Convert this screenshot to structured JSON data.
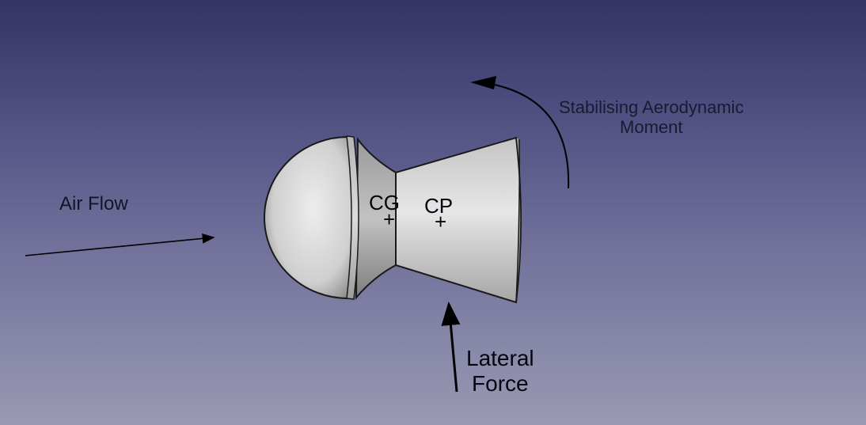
{
  "labels": {
    "air_flow": "Air Flow",
    "moment_line1": "Stabilising Aerodynamic",
    "moment_line2": "Moment",
    "cg": "CG",
    "cp": "CP",
    "lateral_line1": "Lateral",
    "lateral_line2": "Force",
    "marker": "+"
  },
  "colors": {
    "arrow": "#000000",
    "body_light": "#e8e8e8",
    "body_dark": "#8a8a8a",
    "outline": "#1a1a1a"
  }
}
